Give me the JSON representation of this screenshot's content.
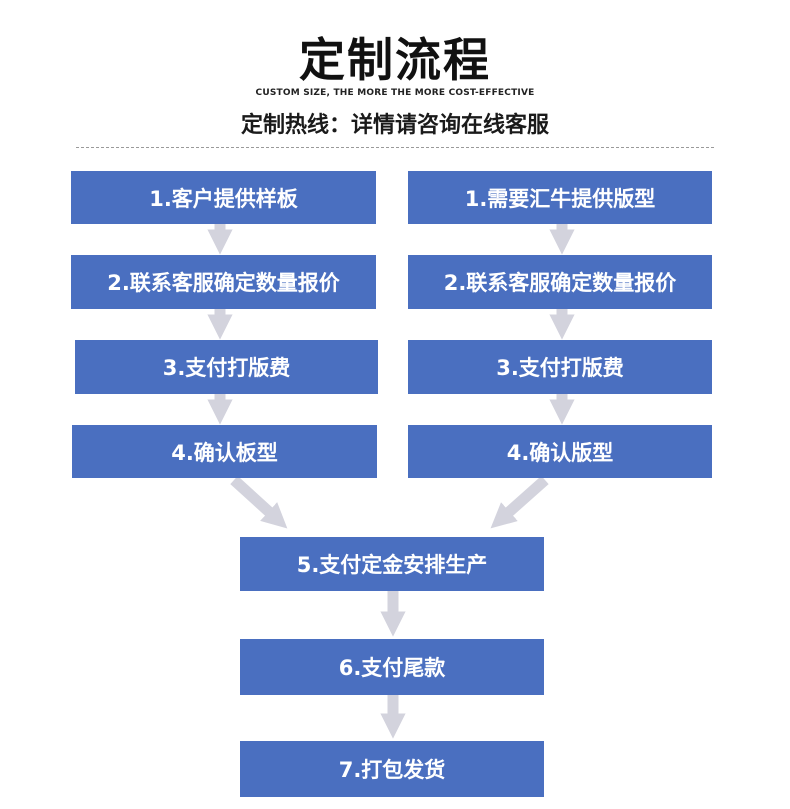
{
  "header": {
    "title": "定制流程",
    "subtitle_en": "CUSTOM SIZE, THE MORE THE MORE COST-EFFECTIVE",
    "hotline": "定制热线：详情请咨询在线客服"
  },
  "colors": {
    "box_fill": "#4a6fc0",
    "arrow": "#d3d3dd",
    "text_on_box": "#ffffff"
  },
  "flow": {
    "left": [
      "1.客户提供样板",
      "2.联系客服确定数量报价",
      "3.支付打版费",
      "4.确认板型"
    ],
    "right": [
      "1.需要汇牛提供版型",
      "2.联系客服确定数量报价",
      "3.支付打版费",
      "4.确认版型"
    ],
    "center": [
      "5.支付定金安排生产",
      "6.支付尾款",
      "7.打包发货"
    ]
  }
}
